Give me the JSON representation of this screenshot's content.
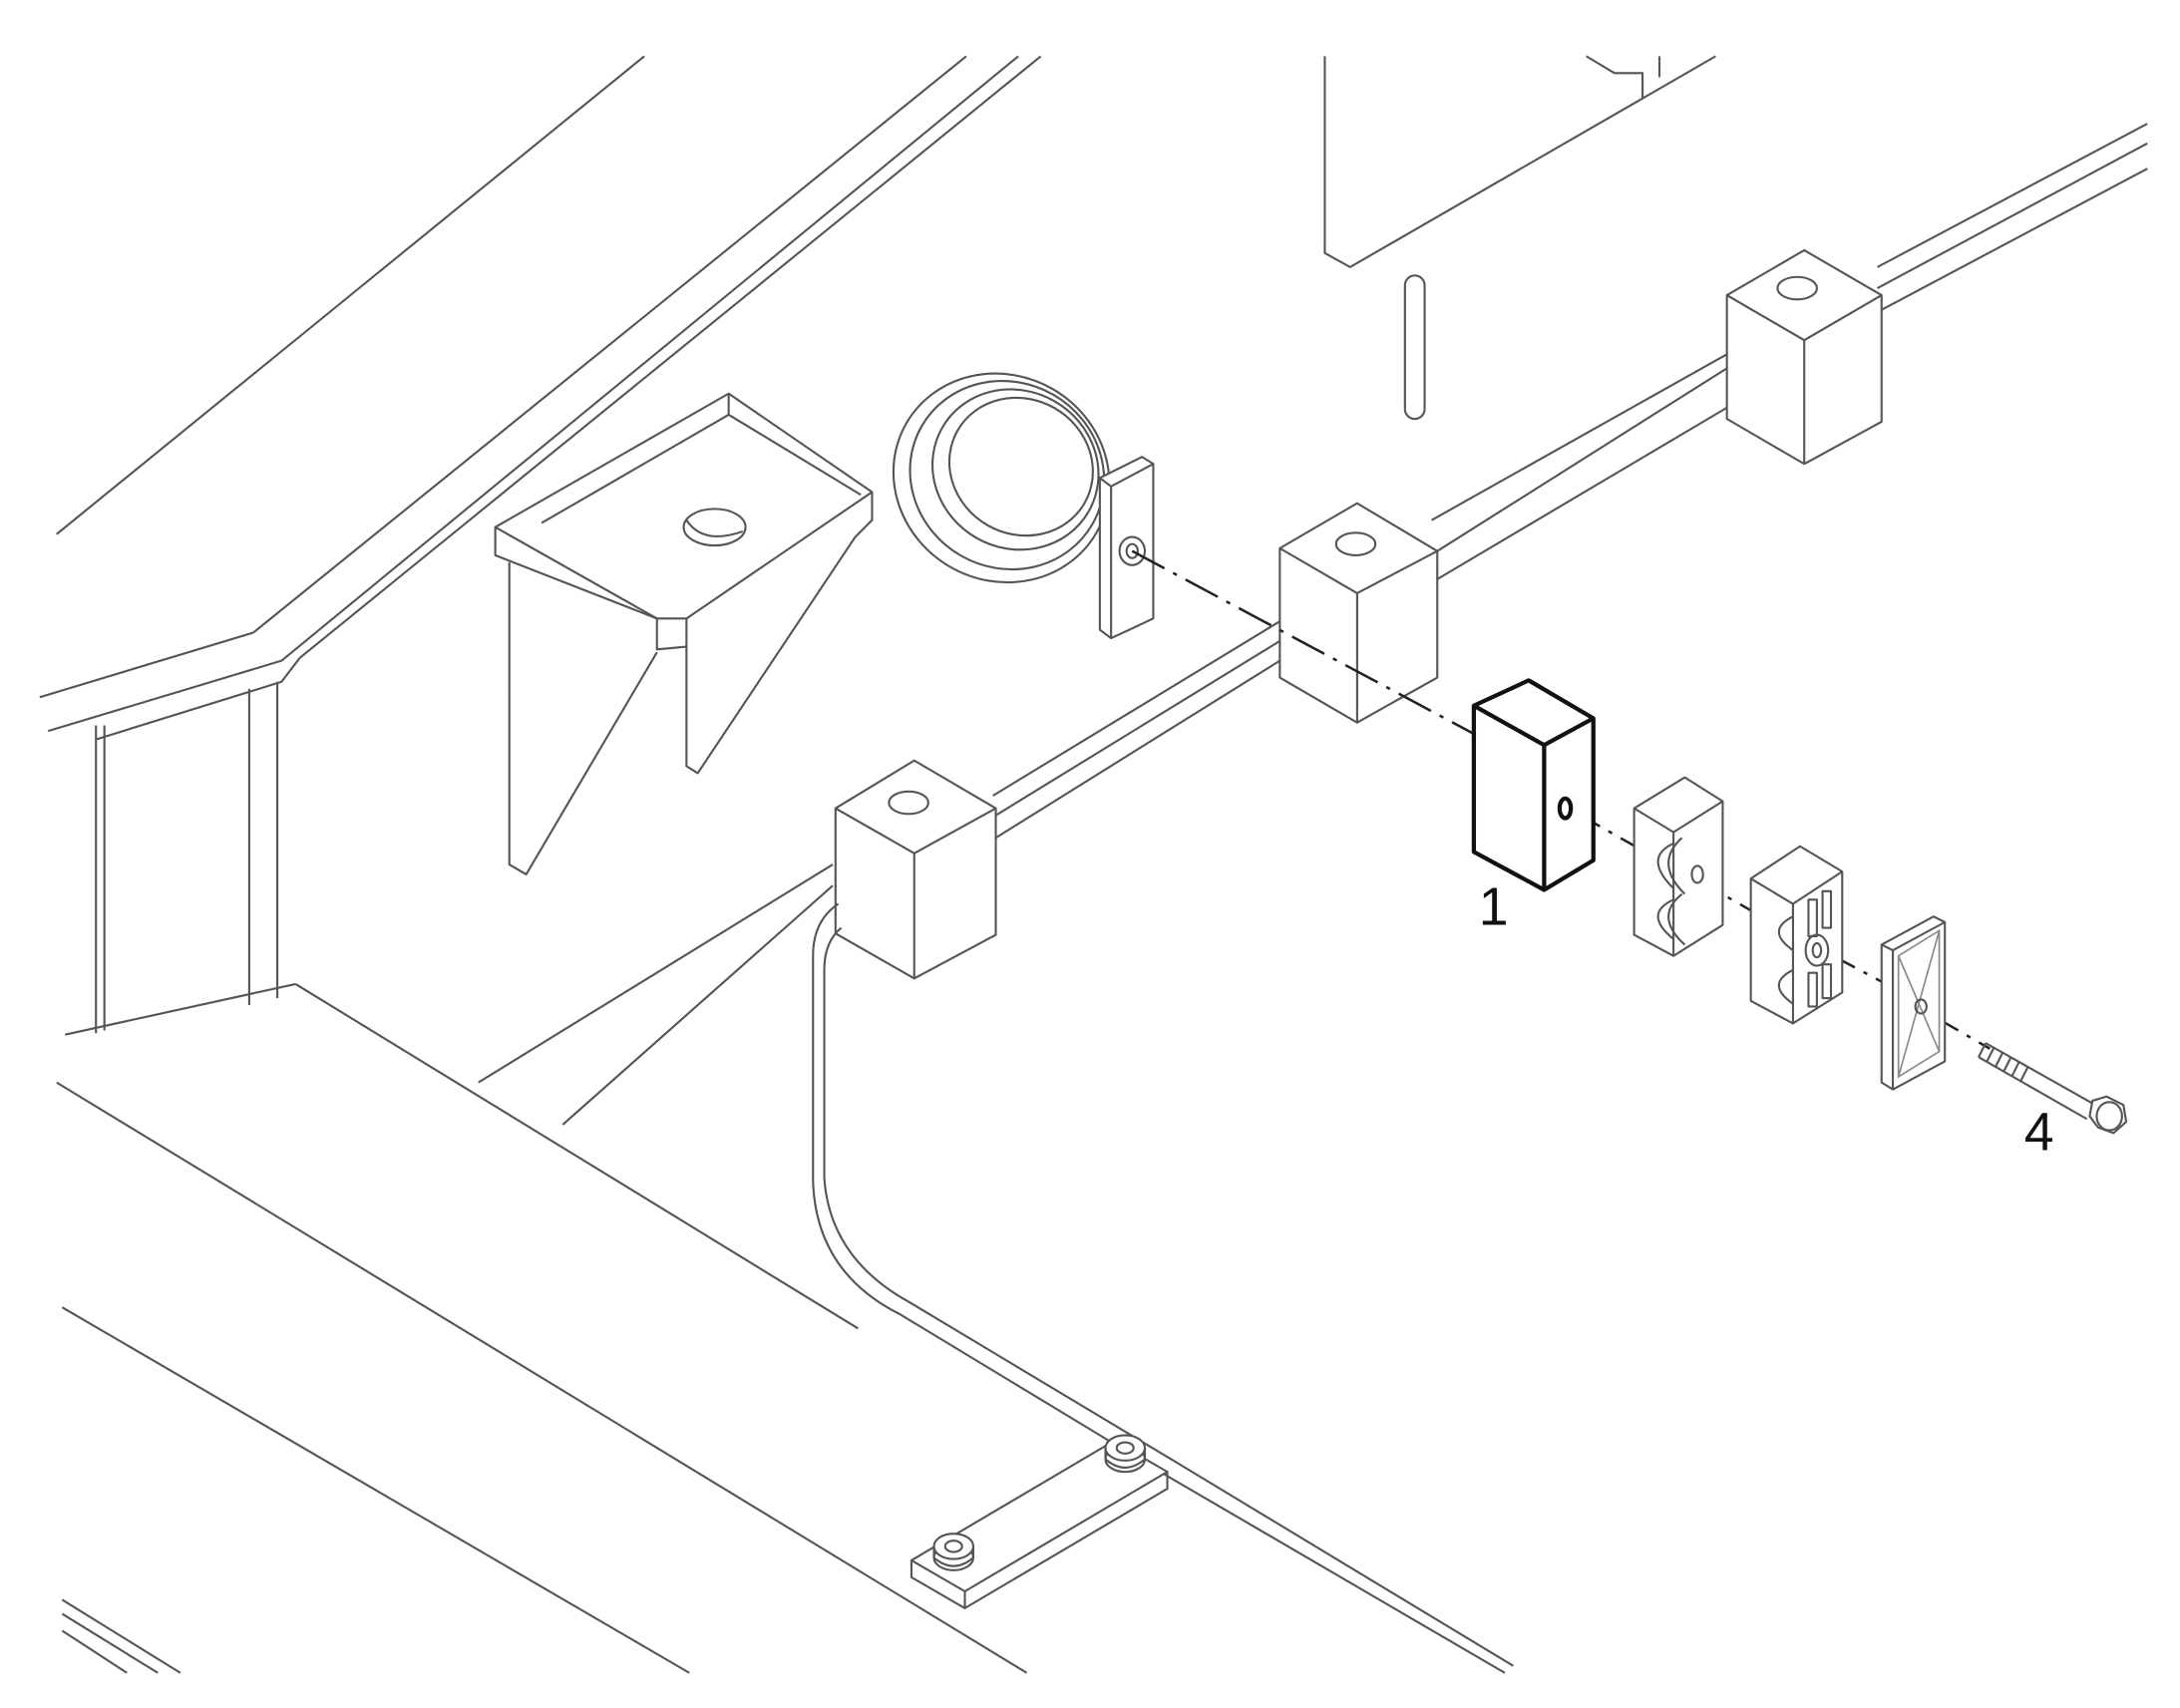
{
  "callouts": [
    {
      "id": "part-1",
      "label": "1"
    },
    {
      "id": "part-4",
      "label": "4"
    }
  ],
  "colors": {
    "background": "#ffffff",
    "line": "#555555",
    "highlight": "#111111"
  }
}
